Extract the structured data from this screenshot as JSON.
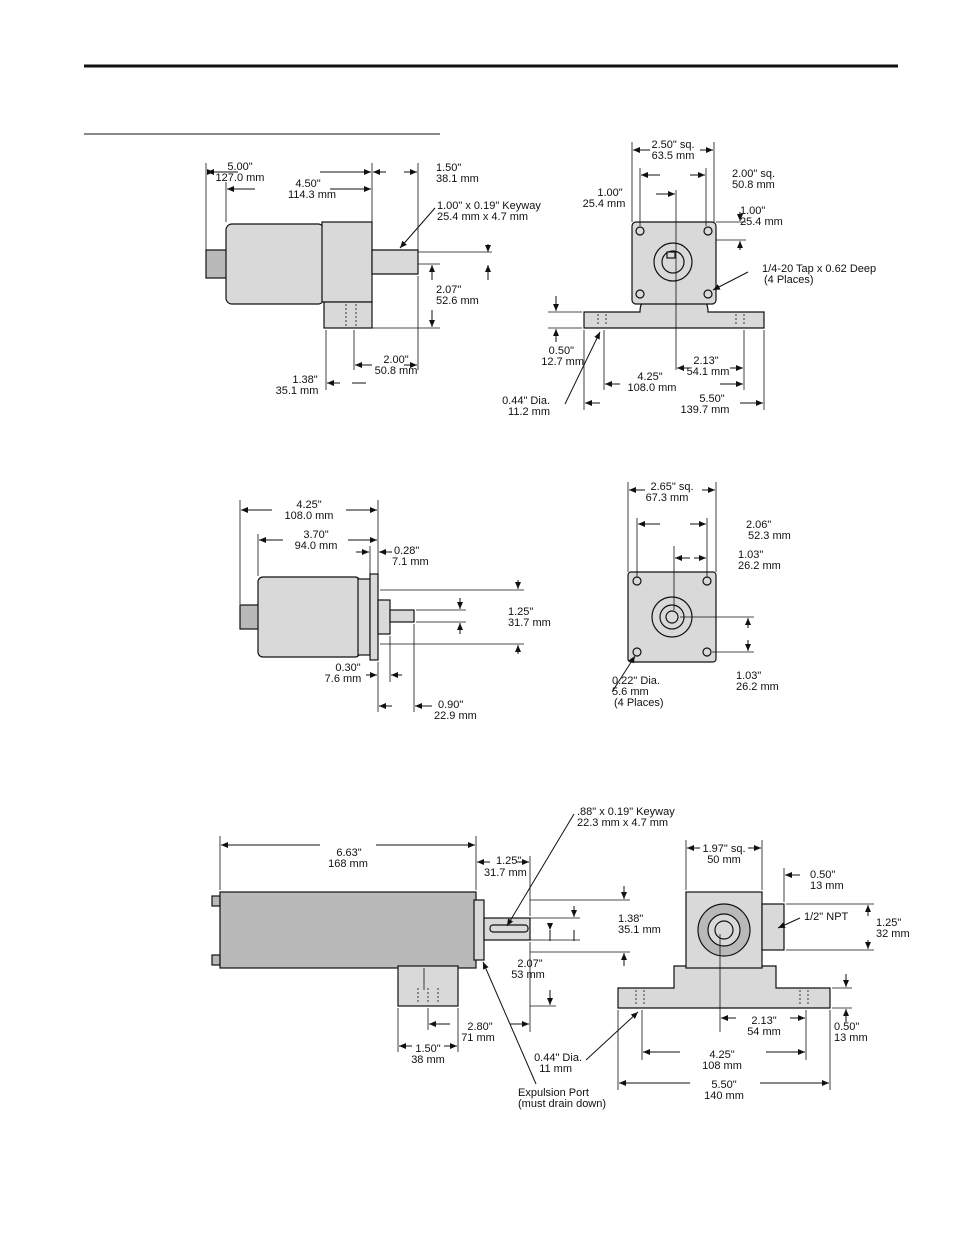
{
  "diagram1": {
    "side": {
      "d_500": "5.00\"",
      "d_500mm": "127.0 mm",
      "d_450": "4.50\"",
      "d_450mm": "114.3 mm",
      "d_150": "1.50\"",
      "d_150mm": "38.1 mm",
      "keyway": "1.00\" x 0.19\" Keyway",
      "keyway_mm": "25.4 mm x 4.7 mm",
      "d_207": "2.07\"",
      "d_207mm": "52.6 mm",
      "d_200": "2.00\"",
      "d_200mm": "50.8 mm",
      "d_138": "1.38\"",
      "d_138mm": "35.1 mm"
    },
    "front": {
      "d_250": "2.50\" sq.",
      "d_250mm": "63.5 mm",
      "d_200": "2.00\" sq.",
      "d_200mm": "50.8 mm",
      "d_100a": "1.00\"",
      "d_100amm": "25.4 mm",
      "d_100b": "1.00\"",
      "d_100bmm": "25.4 mm",
      "tap": "1/4-20 Tap x 0.62 Deep",
      "tap_places": "(4 Places)",
      "d_050": "0.50\"",
      "d_050mm": "12.7 mm",
      "d_213": "2.13\"",
      "d_213mm": "54.1 mm",
      "d_425": "4.25\"",
      "d_425mm": "108.0 mm",
      "d_044": "0.44\" Dia.",
      "d_044mm": "11.2 mm",
      "d_550": "5.50\"",
      "d_550mm": "139.7 mm"
    }
  },
  "diagram2": {
    "side": {
      "d_425": "4.25\"",
      "d_425mm": "108.0 mm",
      "d_370": "3.70\"",
      "d_370mm": "94.0 mm",
      "d_028": "0.28\"",
      "d_028mm": "7.1 mm",
      "d_125": "1.25\"",
      "d_125mm": "31.7 mm",
      "d_030": "0.30\"",
      "d_030mm": "7.6 mm",
      "d_090": "0.90\"",
      "d_090mm": "22.9 mm"
    },
    "front": {
      "d_265": "2.65\" sq.",
      "d_265mm": "67.3 mm",
      "d_206": "2.06\"",
      "d_206mm": "52.3 mm",
      "d_103a": "1.03\"",
      "d_103amm": "26.2 mm",
      "d_103b": "1.03\"",
      "d_103bmm": "26.2 mm",
      "d_022": "0.22\" Dia.",
      "d_022mm": "5.6 mm",
      "places": "(4 Places)"
    }
  },
  "diagram3": {
    "side": {
      "keyway": ".88\" x 0.19\" Keyway",
      "keyway_mm": "22.3 mm x 4.7 mm",
      "d_663": "6.63\"",
      "d_663mm": "168 mm",
      "d_125": "1.25\"",
      "d_125mm": "31.7 mm",
      "d_138": "1.38\"",
      "d_138mm": "35.1 mm",
      "d_207": "2.07\"",
      "d_207mm": "53 mm",
      "d_280": "2.80\"",
      "d_280mm": "71 mm",
      "d_150": "1.50\"",
      "d_150mm": "38 mm",
      "expulsion": "Expulsion Port",
      "expulsion_note": "(must drain down)"
    },
    "front": {
      "d_197": "1.97\" sq.",
      "d_197mm": "50 mm",
      "d_050a": "0.50\"",
      "d_050amm": "13 mm",
      "npt": "1/2\" NPT",
      "d_125": "1.25\"",
      "d_125mm": "32 mm",
      "d_050b": "0.50\"",
      "d_050bmm": "13 mm",
      "d_044": "0.44\" Dia.",
      "d_044mm": "11 mm",
      "d_213": "2.13\"",
      "d_213mm": "54 mm",
      "d_425": "4.25\"",
      "d_425mm": "108 mm",
      "d_550": "5.50\"",
      "d_550mm": "140 mm"
    }
  }
}
